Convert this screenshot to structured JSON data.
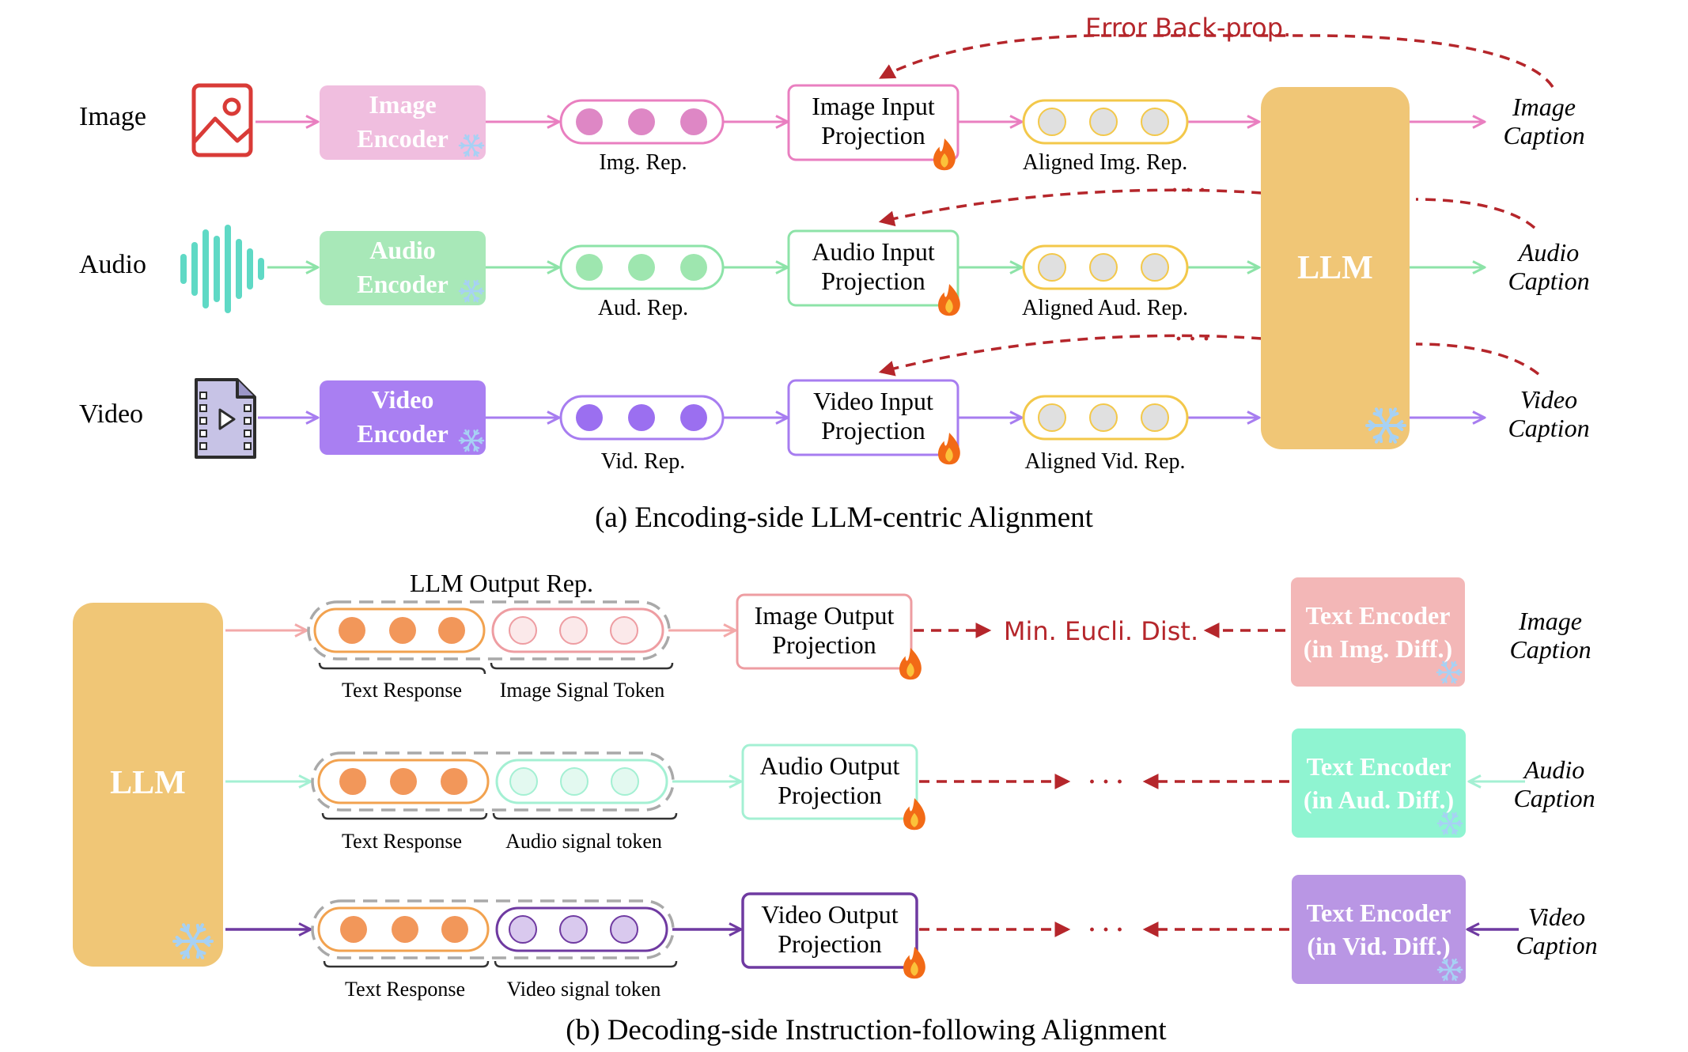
{
  "colors": {
    "image": "#e97fc0",
    "image_fill": "#f0bedf",
    "image_dot": "#de87c5",
    "audio": "#8de3a8",
    "audio_fill": "#a8e8b8",
    "audio_dot": "#9ee6af",
    "audio_wave": "#5fd9c5",
    "video": "#a77df0",
    "video_fill": "#a97ff2",
    "video_dot": "#9b6ff0",
    "aligned": "#f3c84a",
    "aligned_dot": "#e0e0e0",
    "llm": "#f0c676",
    "text_dot": "#f2975a",
    "text_border": "#f2a24f",
    "error": "#b5262b",
    "img_out": "#f3b7b7",
    "img_out_border": "#ee9da2",
    "aud_out": "#8ff4d1",
    "aud_out_border": "#a4f0d3",
    "vid_out": "#b996e4",
    "vid_out_border": "#6f3aa1",
    "snow": "#a7d1f4",
    "fire": "#f26a16"
  },
  "top": {
    "rows": [
      {
        "key": "image",
        "modality": "Image",
        "encoder": [
          "Image",
          "Encoder"
        ],
        "rep_label": "Img. Rep.",
        "projection": [
          "Image Input",
          "Projection"
        ],
        "aligned_label": "Aligned Img. Rep.",
        "caption": [
          "Image",
          "Caption"
        ]
      },
      {
        "key": "audio",
        "modality": "Audio",
        "encoder": [
          "Audio",
          "Encoder"
        ],
        "rep_label": "Aud. Rep.",
        "projection": [
          "Audio Input",
          "Projection"
        ],
        "aligned_label": "Aligned Aud. Rep.",
        "caption": [
          "Audio",
          "Caption"
        ]
      },
      {
        "key": "video",
        "modality": "Video",
        "encoder": [
          "Video",
          "Encoder"
        ],
        "rep_label": "Vid. Rep.",
        "projection": [
          "Video Input",
          "Projection"
        ],
        "aligned_label": "Aligned Vid. Rep.",
        "caption": [
          "Video",
          "Caption"
        ]
      }
    ],
    "llm_label": "LLM",
    "error_label": "Error Back-prop.",
    "ellipsis": "· · ·",
    "caption": "(a) Encoding-side LLM-centric Alignment"
  },
  "bottom": {
    "llm_label": "LLM",
    "output_rep_label": "LLM Output Rep.",
    "rows": [
      {
        "key": "image",
        "text_label": "Text Response",
        "signal_label": "Image Signal Token",
        "projection": [
          "Image Output",
          "Projection"
        ],
        "middle": "Min. Eucli. Dist.",
        "text_encoder": [
          "Text Encoder",
          "(in Img. Diff.)"
        ],
        "caption": [
          "Image",
          "Caption"
        ]
      },
      {
        "key": "audio",
        "text_label": "Text Response",
        "signal_label": "Audio signal token",
        "projection": [
          "Audio Output",
          "Projection"
        ],
        "middle": "· · ·",
        "text_encoder": [
          "Text Encoder",
          "(in Aud. Diff.)"
        ],
        "caption": [
          "Audio",
          "Caption"
        ]
      },
      {
        "key": "video",
        "text_label": "Text Response",
        "signal_label": "Video signal token",
        "projection": [
          "Video Output",
          "Projection"
        ],
        "middle": "· · ·",
        "text_encoder": [
          "Text Encoder",
          "(in Vid. Diff.)"
        ],
        "caption": [
          "Video",
          "Caption"
        ]
      }
    ],
    "caption": "(b) Decoding-side Instruction-following Alignment"
  }
}
